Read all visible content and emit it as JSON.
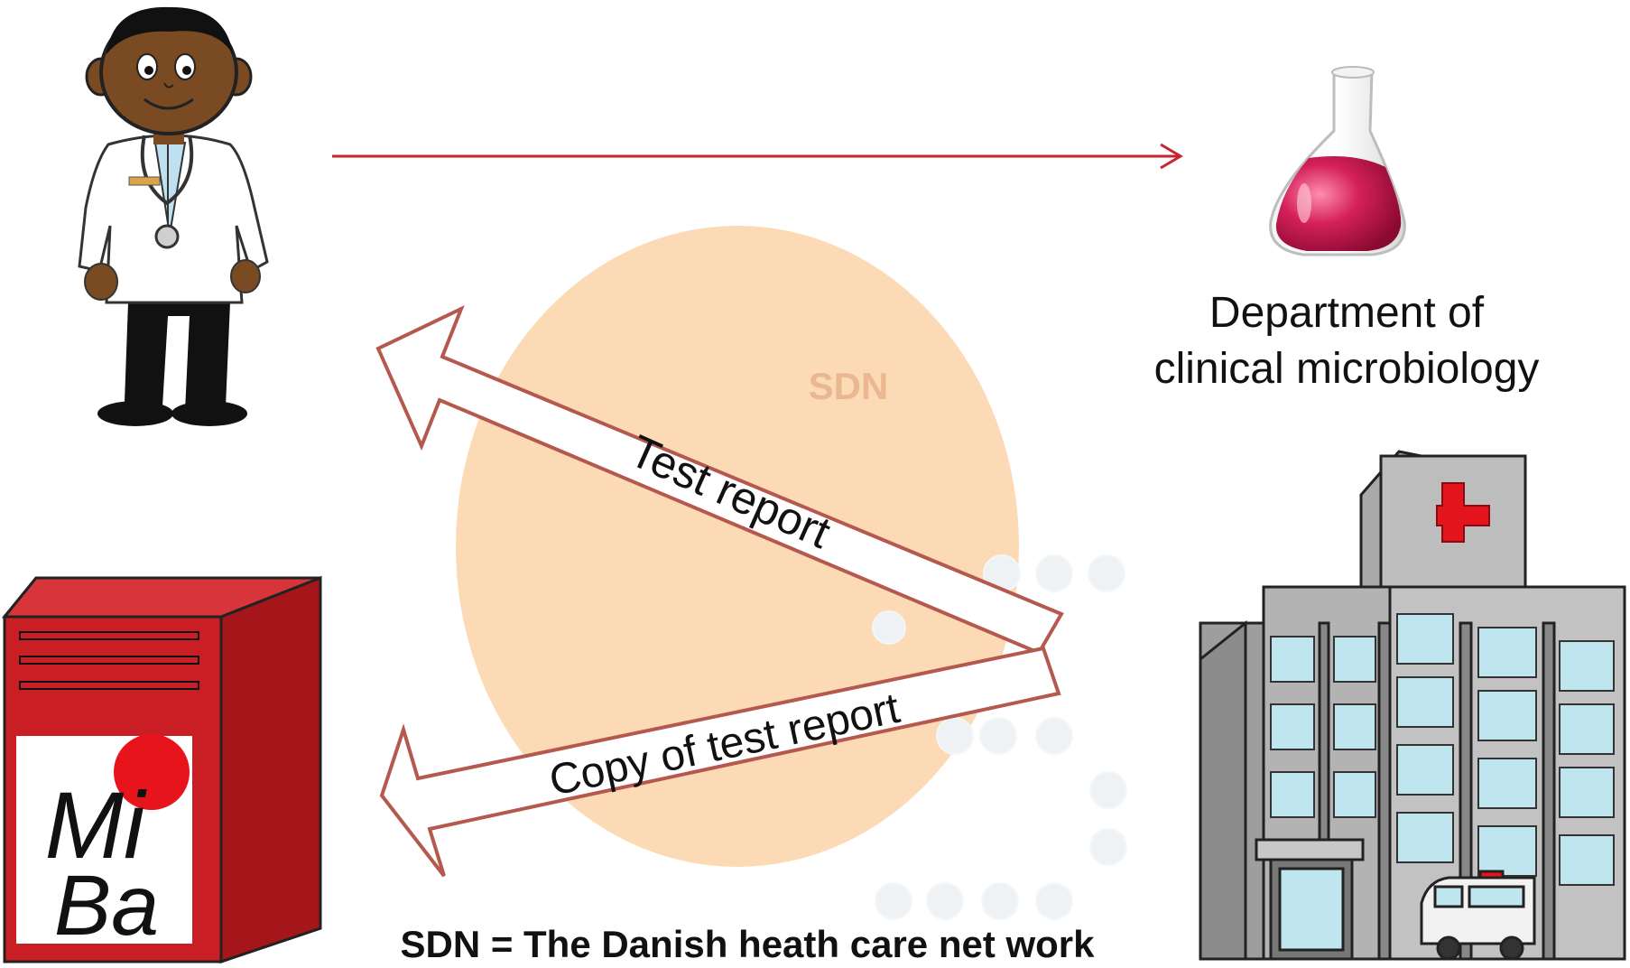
{
  "diagram": {
    "cloud_label": "SDN",
    "department_label_line1": "Department of",
    "department_label_line2": "clinical microbiology",
    "arrow_test_report": "Test report",
    "arrow_copy_report": "Copy of test report",
    "footer_note": "SDN = The Danish heath care net work",
    "miba_logo_line1": "Mi",
    "miba_logo_line2": "Ba"
  },
  "colors": {
    "flow_arrow": "#c8262c",
    "cloud_fill": "#fbd3a8",
    "cloud_label": "#e9b890",
    "report_arrow_stroke": "#b5584d",
    "server_red": "#c81e24",
    "logo_dot": "#e8141b",
    "flask_liquid": "#c8184a",
    "hospital_grey": "#9a9a9a",
    "window_blue": "#bfe6ee"
  },
  "icons": [
    "doctor-icon",
    "flask-icon",
    "server-icon",
    "hospital-icon",
    "ambulance-icon"
  ]
}
